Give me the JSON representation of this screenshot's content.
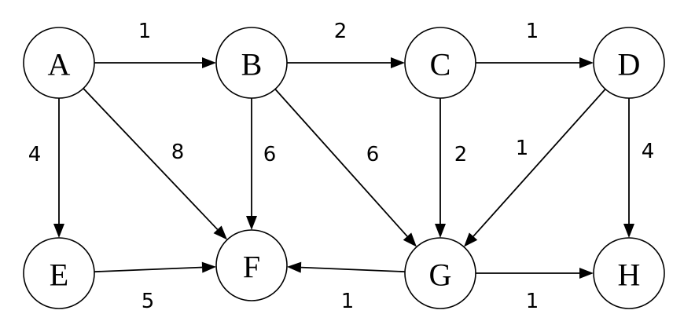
{
  "graph": {
    "directed": true,
    "nodes": [
      {
        "id": "A",
        "label": "A"
      },
      {
        "id": "B",
        "label": "B"
      },
      {
        "id": "C",
        "label": "C"
      },
      {
        "id": "D",
        "label": "D"
      },
      {
        "id": "E",
        "label": "E"
      },
      {
        "id": "F",
        "label": "F"
      },
      {
        "id": "G",
        "label": "G"
      },
      {
        "id": "H",
        "label": "H"
      }
    ],
    "edges": [
      {
        "from": "A",
        "to": "B",
        "weight": "1"
      },
      {
        "from": "B",
        "to": "C",
        "weight": "2"
      },
      {
        "from": "C",
        "to": "D",
        "weight": "1"
      },
      {
        "from": "A",
        "to": "E",
        "weight": "4"
      },
      {
        "from": "A",
        "to": "F",
        "weight": "8"
      },
      {
        "from": "B",
        "to": "F",
        "weight": "6"
      },
      {
        "from": "B",
        "to": "G",
        "weight": "6"
      },
      {
        "from": "C",
        "to": "G",
        "weight": "2"
      },
      {
        "from": "D",
        "to": "G",
        "weight": "1"
      },
      {
        "from": "D",
        "to": "H",
        "weight": "4"
      },
      {
        "from": "E",
        "to": "F",
        "weight": "5"
      },
      {
        "from": "G",
        "to": "F",
        "weight": "1"
      },
      {
        "from": "G",
        "to": "H",
        "weight": "1"
      }
    ]
  }
}
